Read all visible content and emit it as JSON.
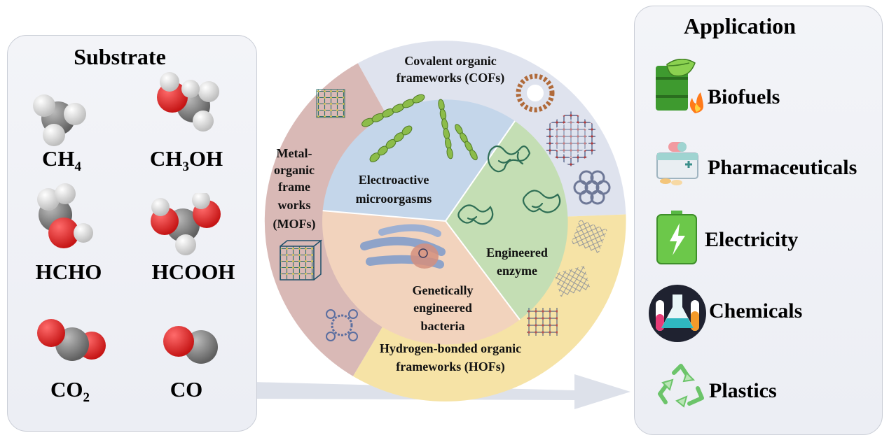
{
  "substrate": {
    "title": "Substrate",
    "molecules": [
      {
        "main": "CH",
        "sub": "4",
        "tail": "",
        "icon": "methane-molecule-icon"
      },
      {
        "main": "CH",
        "sub": "3",
        "tail": "OH",
        "icon": "methanol-molecule-icon"
      },
      {
        "main": "HCHO",
        "sub": "",
        "tail": "",
        "icon": "formaldehyde-molecule-icon"
      },
      {
        "main": "HCOOH",
        "sub": "",
        "tail": "",
        "icon": "formic-acid-molecule-icon"
      },
      {
        "main": "CO",
        "sub": "2",
        "tail": "",
        "icon": "carbon-dioxide-molecule-icon"
      },
      {
        "main": "CO",
        "sub": "",
        "tail": "",
        "icon": "carbon-monoxide-molecule-icon"
      }
    ]
  },
  "center": {
    "outer": {
      "cofs": [
        "Covalent organic",
        "frameworks (COFs)"
      ],
      "mofs": [
        "Metal-",
        "organic",
        "frame",
        "works",
        "(MOFs)"
      ],
      "hofs": [
        "Hydrogen-bonded organic",
        "frameworks (HOFs)"
      ]
    },
    "inner": {
      "electroactive": [
        "Electroactive",
        "microorgasms"
      ],
      "enzyme": [
        "Engineered",
        "enzyme"
      ],
      "bacteria": [
        "Genetically",
        "engineered",
        "bacteria"
      ]
    }
  },
  "application": {
    "title": "Application",
    "items": [
      {
        "label": "Biofuels",
        "icon": "biofuel-barrel-icon"
      },
      {
        "label": "Pharmaceuticals",
        "icon": "medicine-box-icon"
      },
      {
        "label": "Electricity",
        "icon": "battery-icon"
      },
      {
        "label": "Chemicals",
        "icon": "test-tubes-icon"
      },
      {
        "label": "Plastics",
        "icon": "recycle-icon"
      }
    ]
  },
  "colors": {
    "cofs": "#dfe3ee",
    "mofs": "#d9b9b6",
    "hofs": "#f6e3a6",
    "electroactive": "#c4d6ea",
    "enzyme": "#c4deb4",
    "bacteria": "#f2d3bd",
    "oxygen": "#e53030",
    "carbon": "#8a8a8a",
    "hydrogen": "#eeeeee"
  }
}
